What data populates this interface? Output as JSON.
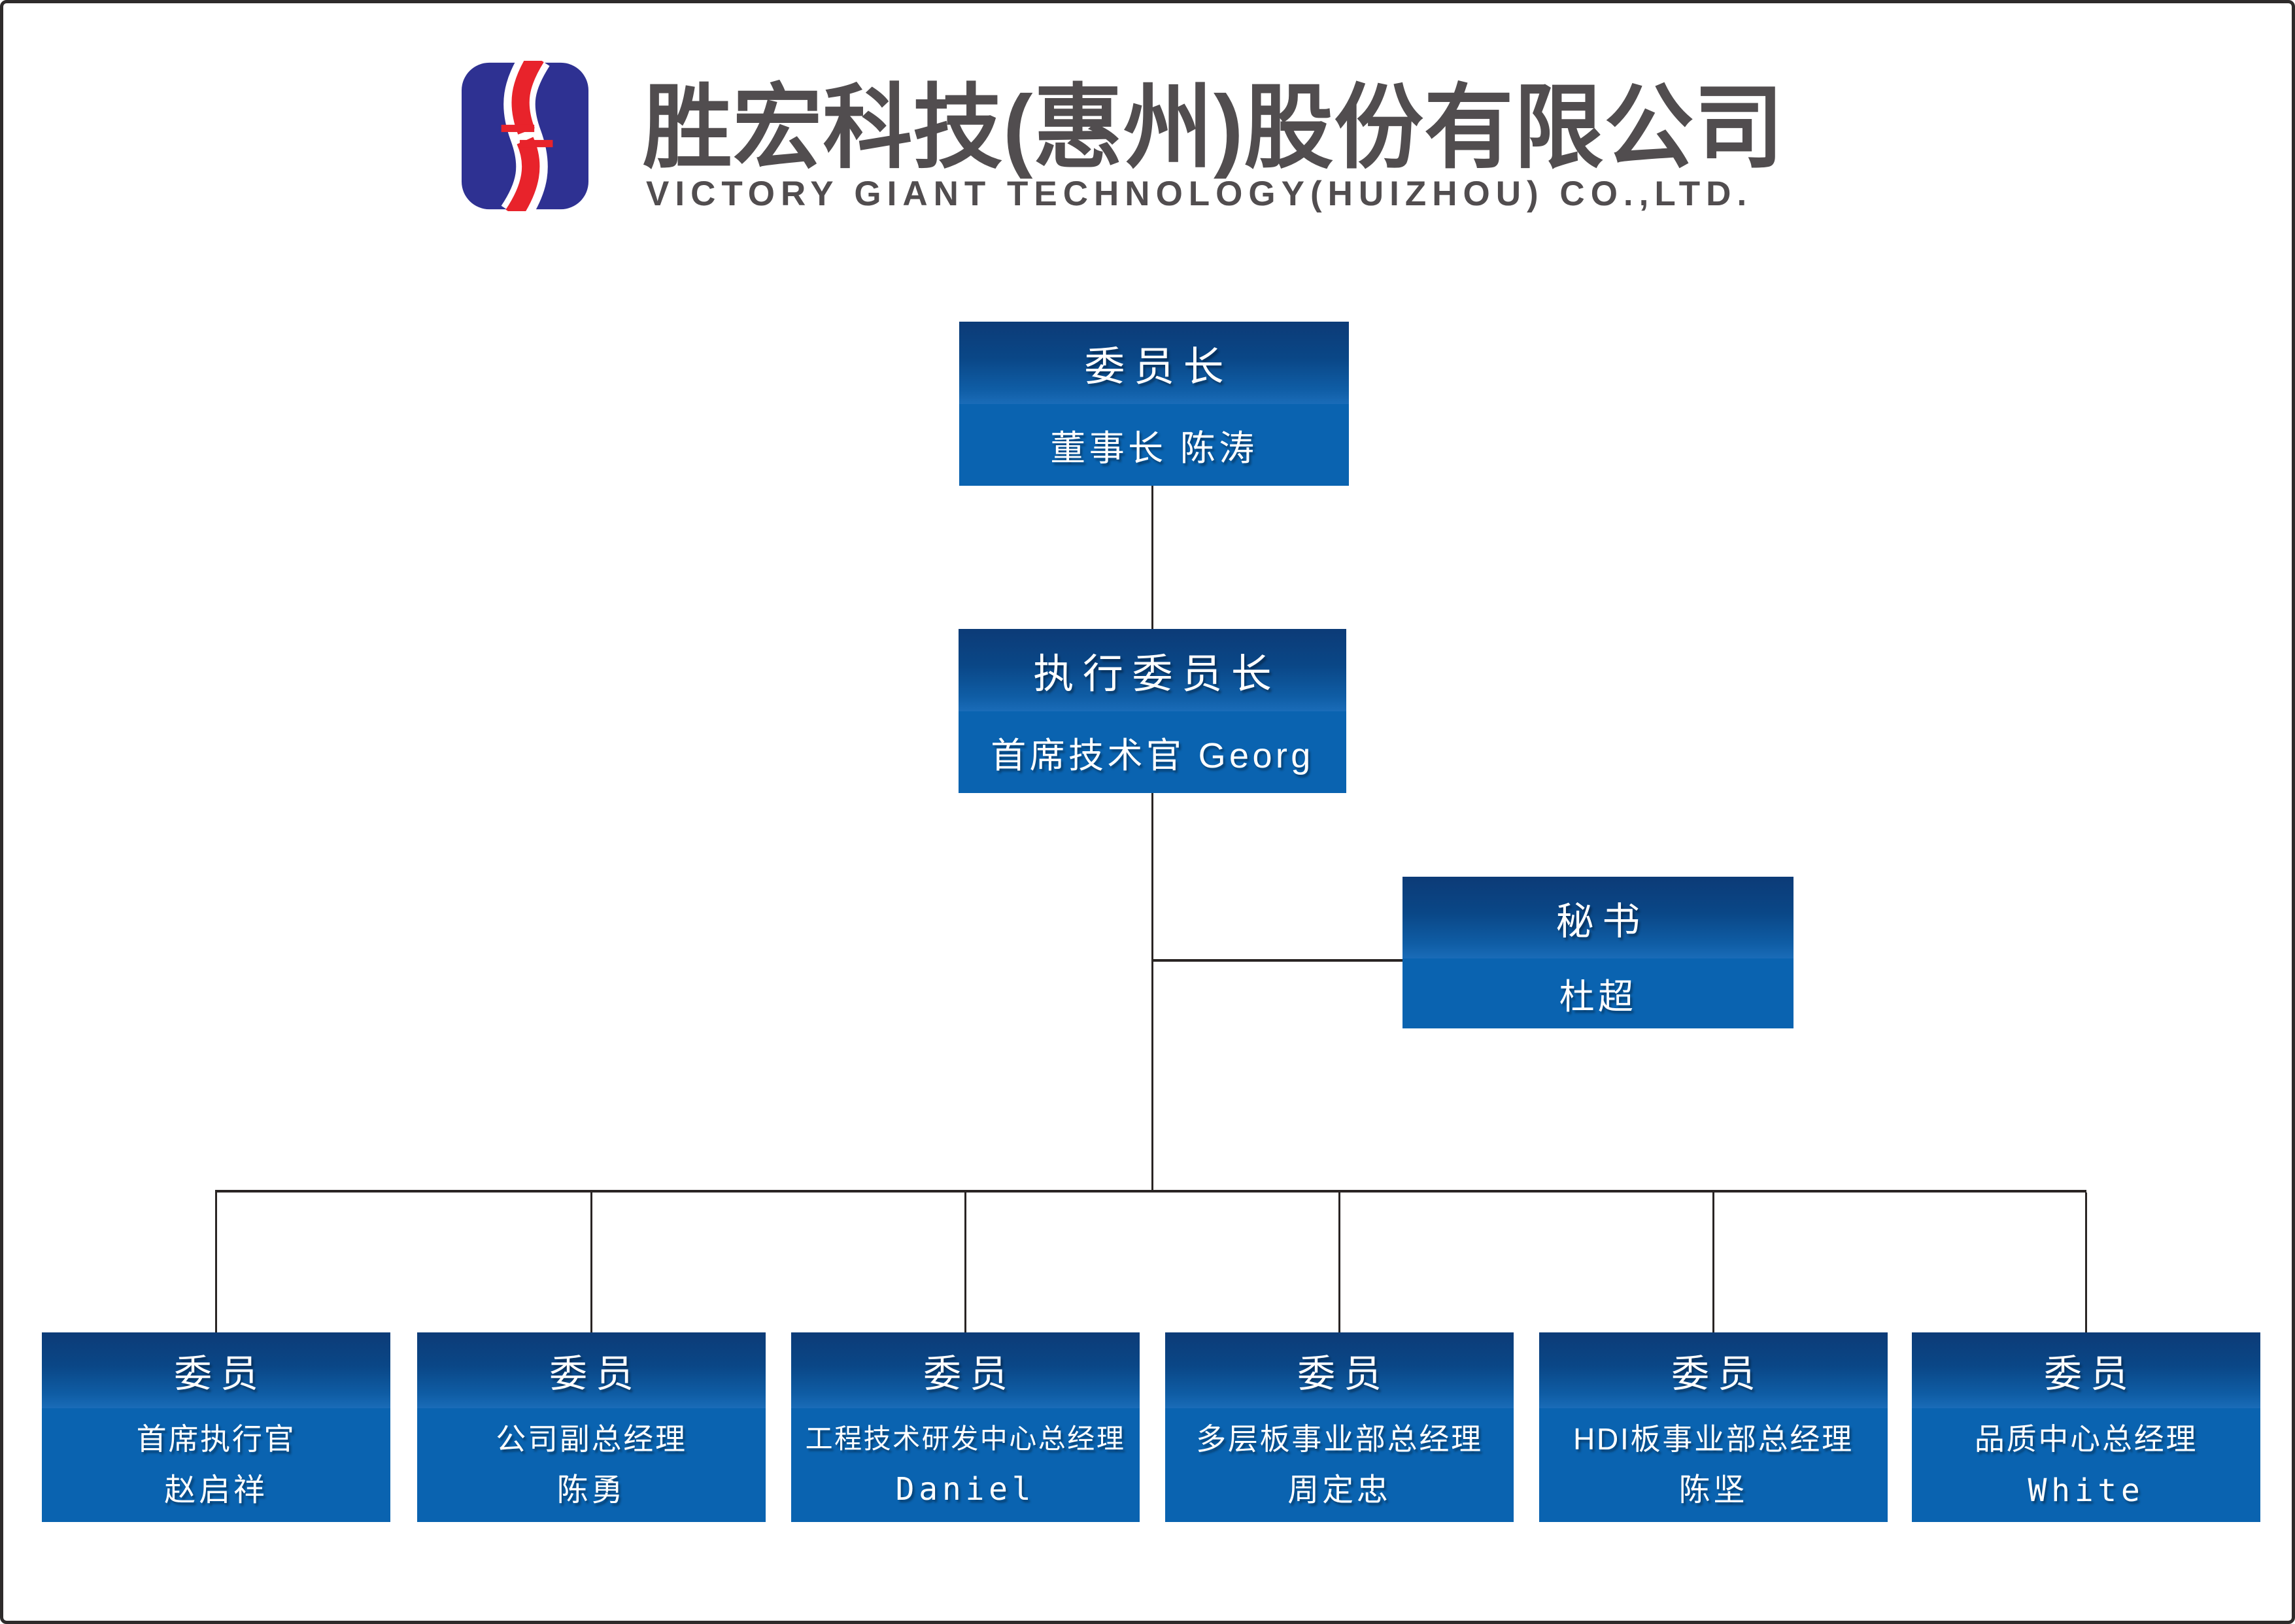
{
  "header": {
    "company_name_zh": "胜宏科技(惠州)股份有限公司",
    "company_name_en": "VICTORY GIANT TECHNOLOGY(HUIZHOU) CO.,LTD.",
    "text_color": "#514d4f",
    "logo": {
      "icon": "s-monogram-icon",
      "blue": "#2e3192",
      "red": "#e8232b",
      "white": "#ffffff"
    }
  },
  "org_chart": {
    "line_color": "#2a2524",
    "box_colors": {
      "gradient_top": "#0c3b77",
      "gradient_light": "#1a6cb8",
      "body": "#0a63b0",
      "text": "#ffffff"
    },
    "chairman": {
      "title": "委员长",
      "subtitle": "董事长 陈涛"
    },
    "executive_chairman": {
      "title": "执行委员长",
      "subtitle": "首席技术官 Georg"
    },
    "secretary": {
      "title": "秘书",
      "subtitle": "杜超"
    },
    "members": [
      {
        "title": "委员",
        "role": "首席执行官",
        "name": "赵启祥"
      },
      {
        "title": "委员",
        "role": "公司副总经理",
        "name": "陈勇"
      },
      {
        "title": "委员",
        "role": "工程技术研发中心总经理",
        "name": "Daniel"
      },
      {
        "title": "委员",
        "role": "多层板事业部总经理",
        "name": "周定忠"
      },
      {
        "title": "委员",
        "role": "HDI板事业部总经理",
        "name": "陈坚"
      },
      {
        "title": "委员",
        "role": "品质中心总经理",
        "name": "White"
      }
    ]
  }
}
